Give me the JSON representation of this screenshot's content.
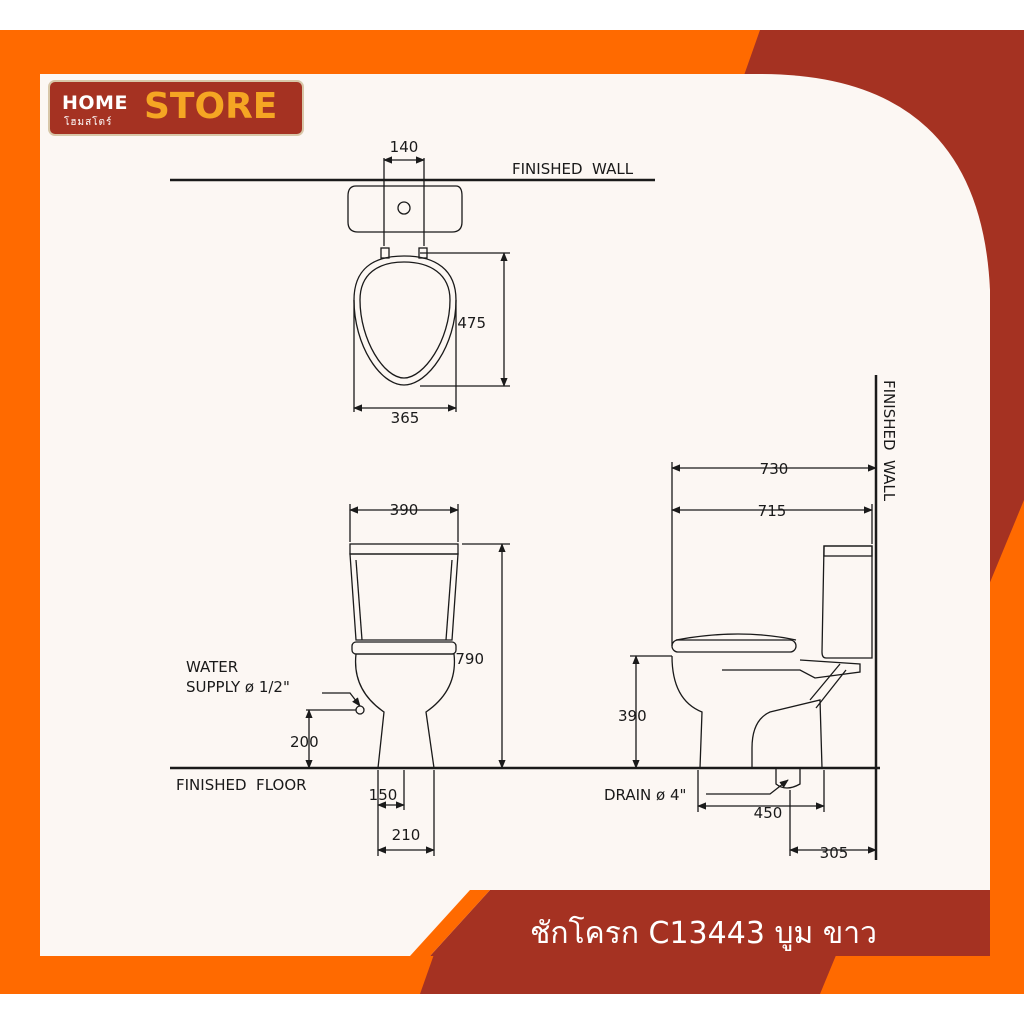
{
  "logo": {
    "home": "HOME",
    "store": "STORE",
    "sub": "โฮมสโตร์"
  },
  "title_banner": "ชักโครก C13443 บูม  ขาว",
  "labels": {
    "finished_wall_top": "FINISHED  WALL",
    "finished_wall_side": "FINISHED  WALL",
    "finished_floor": "FINISHED  FLOOR",
    "water_supply_1": "WATER",
    "water_supply_2": "SUPPLY ø 1/2\"",
    "drain": "DRAIN ø 4\""
  },
  "dimensions": {
    "d140": "140",
    "d475": "475",
    "d365": "365",
    "d390_width": "390",
    "d790": "790",
    "d200": "200",
    "d150": "150",
    "d210": "210",
    "d730": "730",
    "d715": "715",
    "d390_height": "390",
    "d450": "450",
    "d305": "305"
  },
  "colors": {
    "orange": "#ff6a00",
    "dark_red": "#a53222",
    "paper": "#fcf7f3"
  }
}
